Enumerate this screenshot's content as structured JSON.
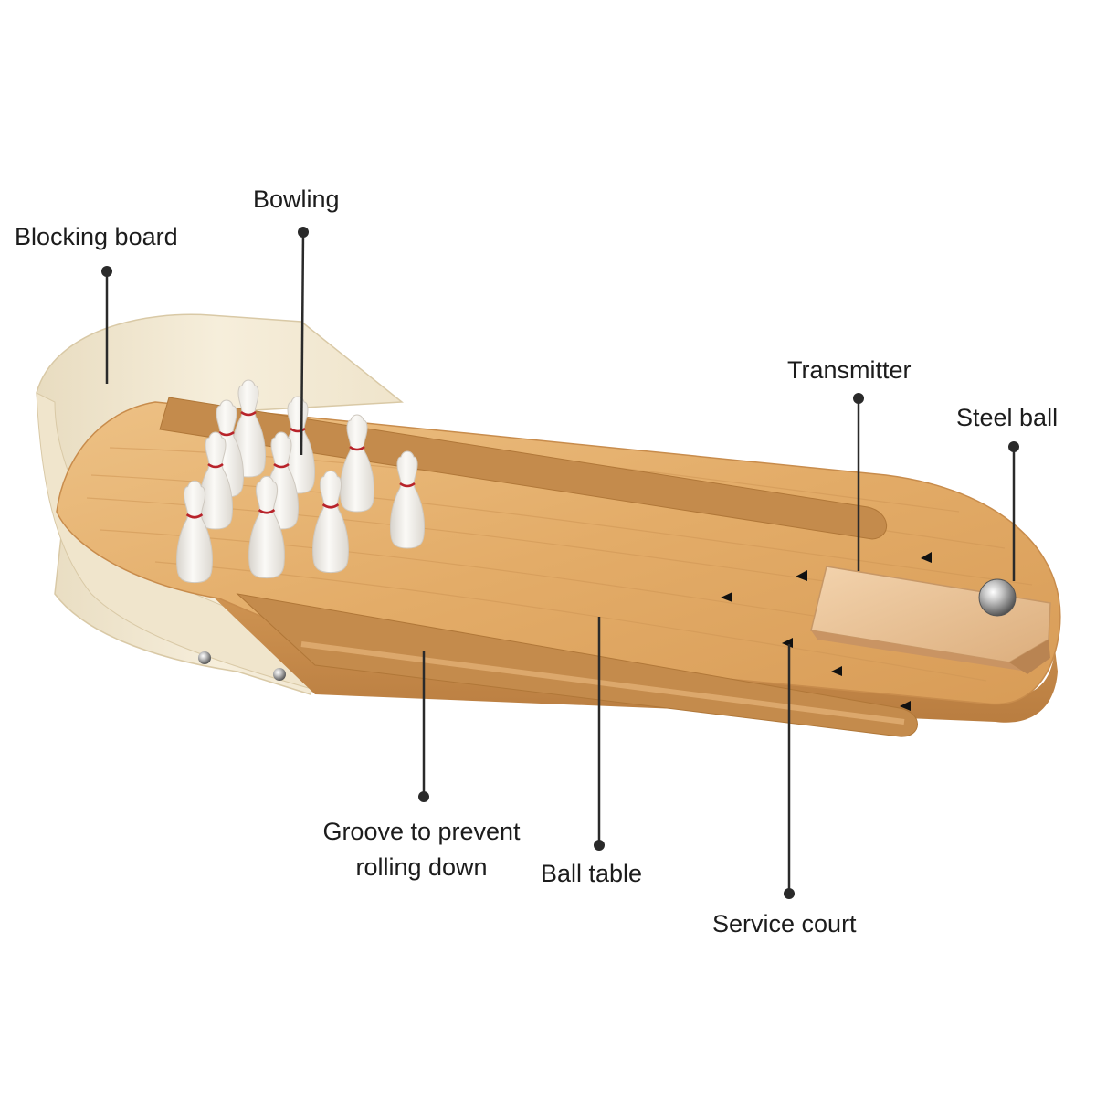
{
  "labels": {
    "blocking_board": "Blocking board",
    "bowling": "Bowling",
    "transmitter": "Transmitter",
    "steel_ball": "Steel ball",
    "groove_line1": "Groove to prevent",
    "groove_line2": "rolling down",
    "ball_table": "Ball table",
    "service_court": "Service court"
  },
  "colors": {
    "wood_light": "#e9b877",
    "wood_mid": "#d9a25e",
    "wood_edge": "#c4874a",
    "groove": "#c28a4c",
    "blocking_board": "#f1e7cf",
    "pin": "#f4f1ec",
    "pin_stripe": "#b8232a",
    "leader_line": "#2a2a2a",
    "text": "#1c1c1c",
    "steel": "#9a9a9a"
  }
}
